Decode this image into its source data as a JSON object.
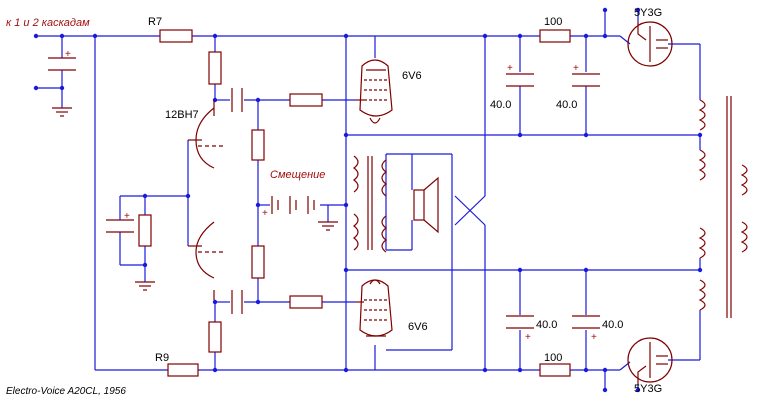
{
  "labels": {
    "input_note": "к 1 и 2 каскадам",
    "r7": "R7",
    "r9": "R9",
    "tube_driver": "12BH7",
    "tube_output_top": "6V6",
    "tube_output_bottom": "6V6",
    "bias": "Смещение",
    "cap_top_1": "40.0",
    "cap_top_2": "40.0",
    "cap_bot_1": "40.0",
    "cap_bot_2": "40.0",
    "res_top": "100",
    "res_bot": "100",
    "rect_top": "5Y3G",
    "rect_bottom": "5Y3G",
    "caption": "Electro-Voice A20CL, 1956"
  },
  "colors": {
    "wire": "#1a1adc",
    "component": "#800000",
    "annotation": "#a01010"
  }
}
